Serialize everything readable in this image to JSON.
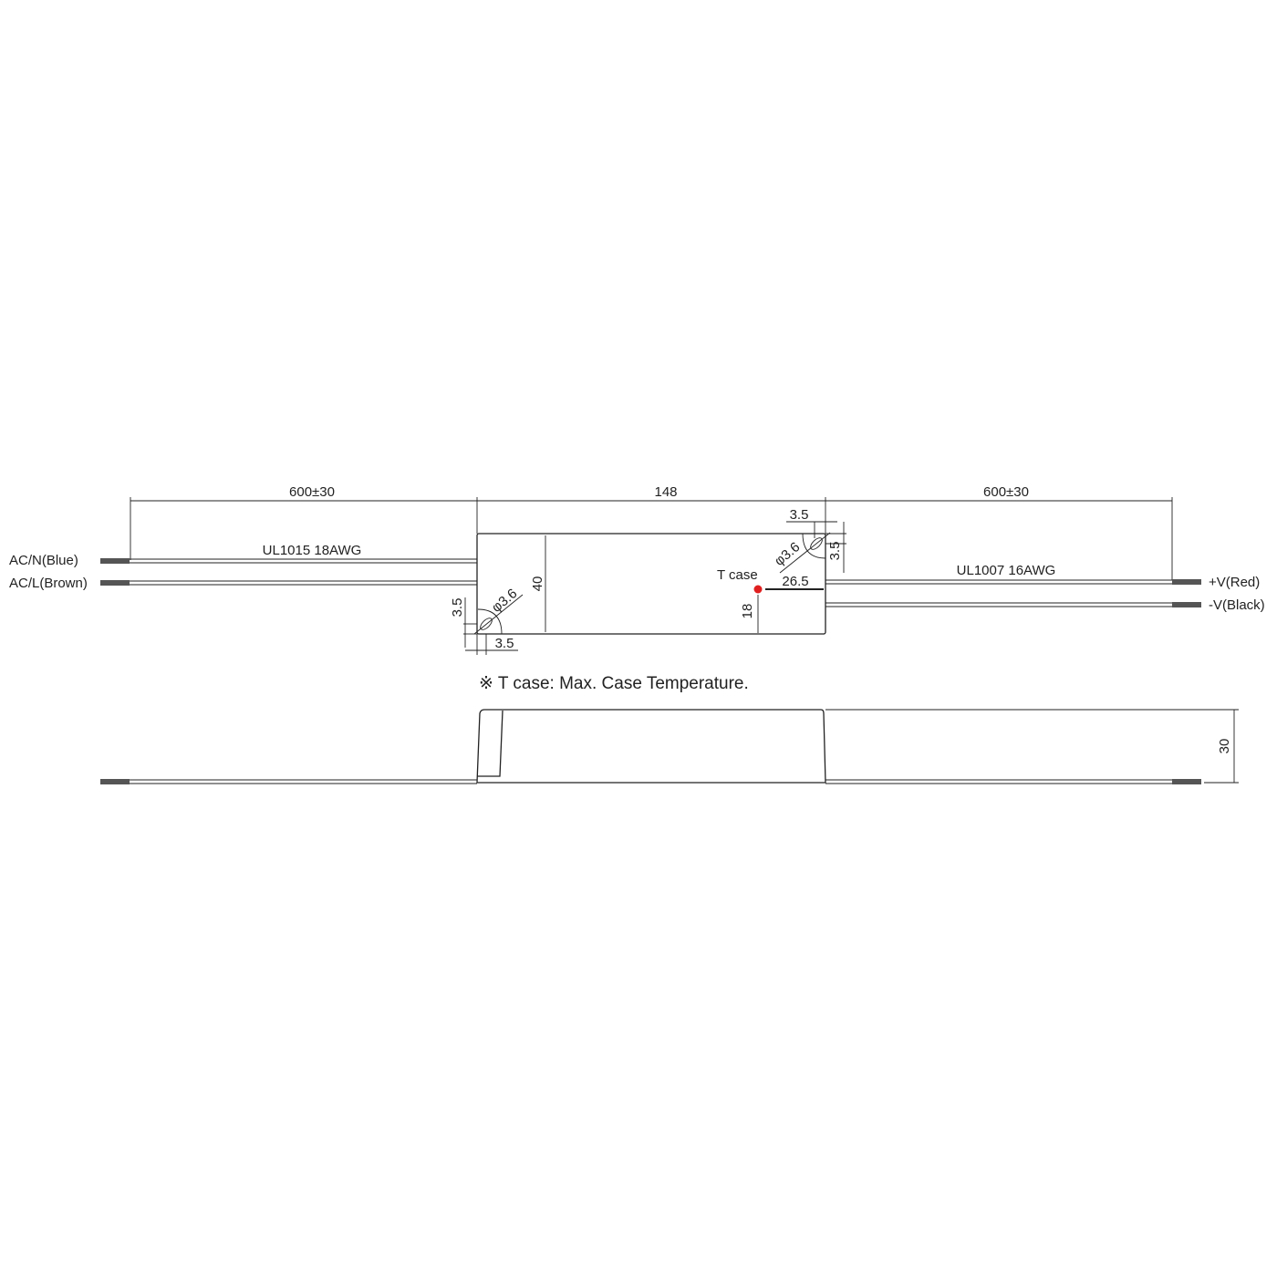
{
  "top_view": {
    "dim_left_wire": "600±30",
    "dim_body_length": "148",
    "dim_right_wire": "600±30",
    "dim_body_width": "40",
    "left_wire_spec": "UL1015 18AWG",
    "right_wire_spec": "UL1007 16AWG",
    "wire_acn": "AC/N(Blue)",
    "wire_acl": "AC/L(Brown)",
    "wire_vplus": "+V(Red)",
    "wire_vminus": "-V(Black)",
    "hole_dia_left": "φ3.6",
    "hole_dia_right": "φ3.6",
    "hole_offset_left_v": "3.5",
    "hole_offset_left_h": "3.5",
    "hole_offset_right_h": "3.5",
    "hole_offset_right_v": "3.5",
    "tcase_label": "T case",
    "tcase_x": "26.5",
    "tcase_y": "18",
    "tcase_color": "#e02020"
  },
  "note": "※ T case: Max. Case Temperature.",
  "side_view": {
    "dim_height": "30"
  }
}
